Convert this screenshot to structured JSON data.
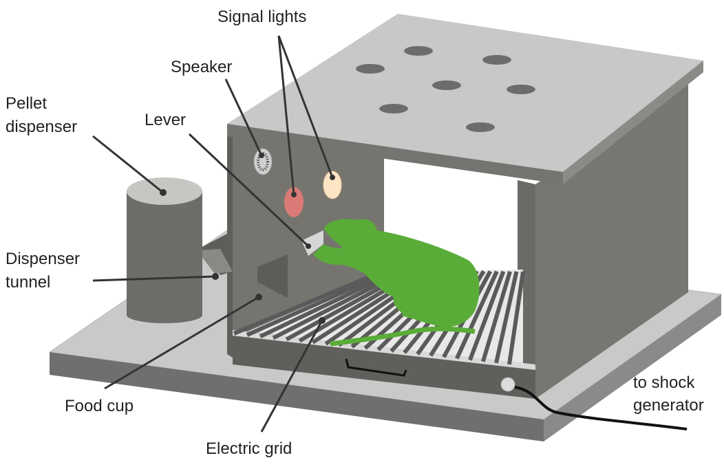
{
  "labels": {
    "signal_lights": "Signal lights",
    "speaker": "Speaker",
    "pellet_dispenser_line1": "Pellet",
    "pellet_dispenser_line2": "dispenser",
    "lever": "Lever",
    "dispenser_tunnel_line1": "Dispenser",
    "dispenser_tunnel_line2": "tunnel",
    "food_cup": "Food cup",
    "electric_grid": "Electric grid",
    "shock_line1": "to shock",
    "shock_line2": "generator"
  },
  "colors": {
    "rat": "#5aac38",
    "light_red": "#d97a76",
    "light_yellow": "#fde4c4",
    "base_top": "#c8c8c8",
    "panel_dark": "#6a6a6a",
    "label_text": "#222222"
  }
}
